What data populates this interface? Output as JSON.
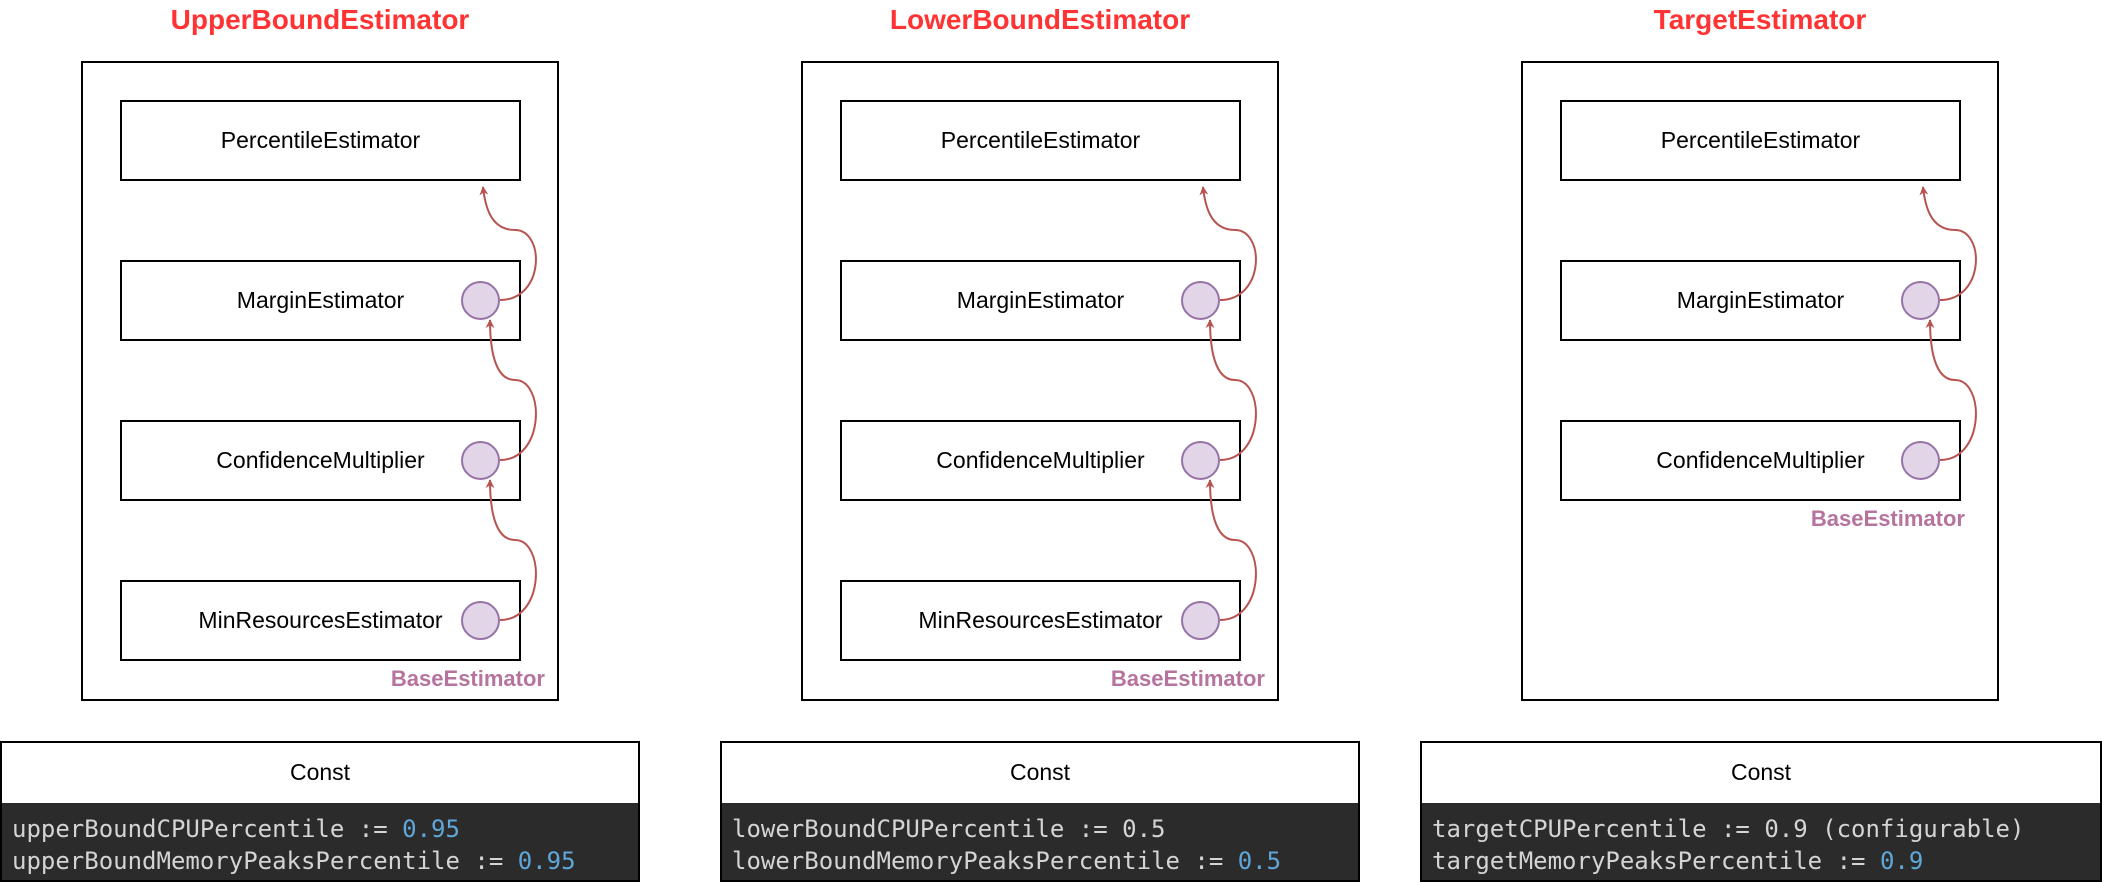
{
  "colors": {
    "title": "#ff3333",
    "base_label": "#b5739d",
    "arrow": "#b85450",
    "circle_fill": "#e1d5e7",
    "circle_stroke": "#9673a6",
    "code_bg": "#2b2b2b",
    "code_text": "#d4d4d4",
    "code_number": "#5fa7d8"
  },
  "panels": [
    {
      "title": "UpperBoundEstimator",
      "components": [
        "PercentileEstimator",
        "MarginEstimator",
        "ConfidenceMultiplier",
        "MinResourcesEstimator"
      ],
      "base_label": "BaseEstimator",
      "const": {
        "header": "Const",
        "lines": [
          {
            "prefix": "upperBoundCPUPercentile := ",
            "value": "0.95",
            "suffix": ""
          },
          {
            "prefix": "upperBoundMemoryPeaksPercentile := ",
            "value": "0.95",
            "suffix": ""
          }
        ]
      }
    },
    {
      "title": "LowerBoundEstimator",
      "components": [
        "PercentileEstimator",
        "MarginEstimator",
        "ConfidenceMultiplier",
        "MinResourcesEstimator"
      ],
      "base_label": "BaseEstimator",
      "const": {
        "header": "Const",
        "lines": [
          {
            "prefix": "lowerBoundCPUPercentile := 0.5",
            "value": "",
            "suffix": ""
          },
          {
            "prefix": "lowerBoundMemoryPeaksPercentile := ",
            "value": "0.5",
            "suffix": ""
          }
        ]
      }
    },
    {
      "title": "TargetEstimator",
      "components": [
        "PercentileEstimator",
        "MarginEstimator",
        "ConfidenceMultiplier"
      ],
      "base_label": "BaseEstimator",
      "const": {
        "header": "Const",
        "lines": [
          {
            "prefix": "targetCPUPercentile := 0.9 (configurable)",
            "value": "",
            "suffix": ""
          },
          {
            "prefix": "targetMemoryPeaksPercentile := ",
            "value": "0.9",
            "suffix": ""
          }
        ]
      }
    }
  ]
}
